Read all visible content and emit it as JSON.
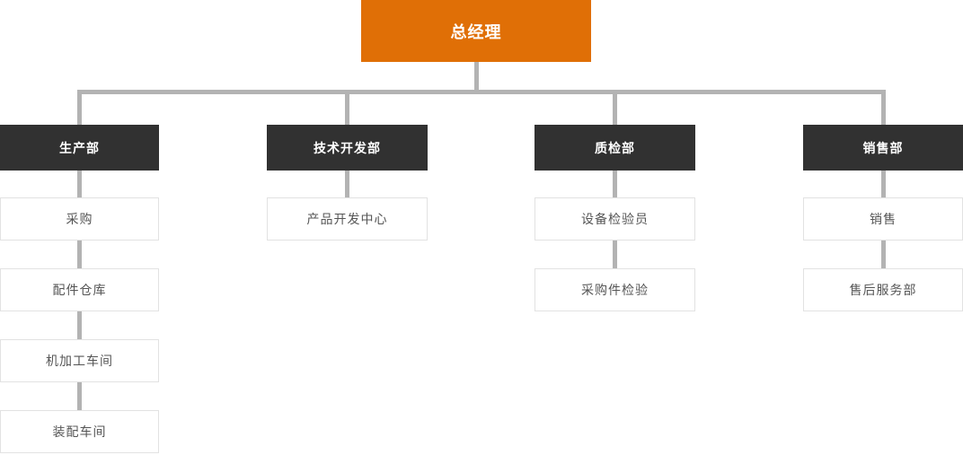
{
  "org": {
    "root": {
      "label": "总经理"
    },
    "departments": [
      {
        "label": "生产部",
        "children": [
          {
            "label": "采购"
          },
          {
            "label": "配件仓库"
          },
          {
            "label": "机加工车间"
          },
          {
            "label": "装配车间"
          }
        ]
      },
      {
        "label": "技术开发部",
        "children": [
          {
            "label": "产品开发中心"
          }
        ]
      },
      {
        "label": "质检部",
        "children": [
          {
            "label": "设备检验员"
          },
          {
            "label": "采购件检验"
          }
        ]
      },
      {
        "label": "销售部",
        "children": [
          {
            "label": "销售"
          },
          {
            "label": "售后服务部"
          }
        ]
      }
    ]
  },
  "colors": {
    "root_bg": "#e06f06",
    "dept_bg": "#313131",
    "connector": "#b3b3b3",
    "child_border": "#e2e2e2",
    "child_text": "#555555",
    "node_text_light": "#ffffff",
    "background": "#ffffff"
  }
}
